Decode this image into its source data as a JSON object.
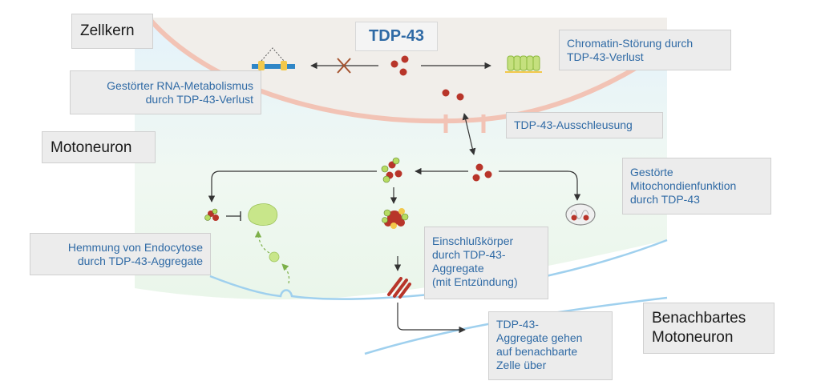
{
  "title": "TDP-43",
  "labels": {
    "nucleus": "Zellkern",
    "motoneuron": "Motoneuron",
    "neighbor": [
      "Benachbartes",
      "Motoneuron"
    ]
  },
  "annotations": {
    "chromatin": [
      "Chromatin-Störung durch",
      "TDP-43-Verlust"
    ],
    "rna": [
      "Gestörter RNA-Metabolismus",
      "durch TDP-43-Verlust"
    ],
    "export": [
      "TDP-43-Ausschleusung"
    ],
    "mito": [
      "Gestörte",
      "Mitochondienfunktion",
      "durch TDP-43"
    ],
    "endocytosis": [
      "Hemmung von Endocytose",
      "durch TDP-43-Aggregate"
    ],
    "inclusion": [
      "Einschlußkörper",
      "durch TDP-43-",
      "Aggregate",
      "(mit Entzündung)"
    ],
    "spread": [
      "TDP-43-",
      "Aggregate gehen",
      "auf benachbarte",
      "Zelle über"
    ]
  },
  "colors": {
    "protein": "#b8352a",
    "nucleus_membrane": "#f2c3b5",
    "cell_membrane": "#9fd0ee",
    "label_text": "#2f6aa5",
    "ubiquitin": "#b6dc62",
    "vesicle": "#c8e68a"
  }
}
